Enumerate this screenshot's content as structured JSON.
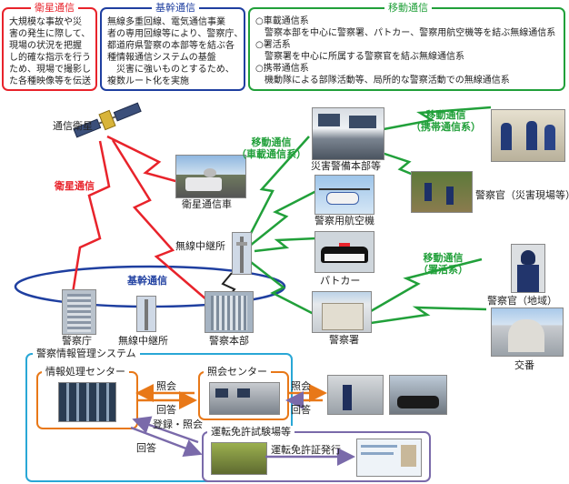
{
  "colors": {
    "red": "#e8232b",
    "blue": "#1f3fa0",
    "green": "#21a03a",
    "orange": "#e87818",
    "purple": "#7a6aaa",
    "cyan": "#29a7d6"
  },
  "boxes": {
    "satellite": {
      "title": "衛星通信",
      "lines": [
        "大規模な事故や災",
        "害の発生に際して、",
        "現場の状況を把握",
        "し的確な指示を行う",
        "ため、現場で撮影し",
        "た各種映像等を伝送"
      ]
    },
    "backbone": {
      "title": "基幹通信",
      "lines": [
        "無線多重回線、電気通信事業",
        "者の専用回線等により、警察庁、",
        "都道府県警察の本部等を結ぶ各",
        "種情報通信システムの基盤",
        "　災害に強いものとするため、",
        "複数ルート化を実施"
      ]
    },
    "mobile": {
      "title": "移動通信",
      "lines": [
        "○車載通信系",
        "　警察本部を中心に警察署、パトカー、警察用航空機等を結ぶ無線通信系",
        "○署活系",
        "　警察署を中心に所属する警察官を結ぶ無線通信系",
        "○携帯通信系",
        "　機動隊による部隊活動等、局所的な警察活動での無線通信系"
      ]
    }
  },
  "labels": {
    "comm_satellite": "通信衛星",
    "sat_comm": "衛星通信",
    "sat_vehicle": "衛星通信車",
    "relay_top": "無線中継所",
    "relay_bottom": "無線中継所",
    "npa": "警察庁",
    "hq": "警察本部",
    "backbone_comm": "基幹通信",
    "disaster_hq": "災害警備本部等",
    "aircraft": "警察用航空機",
    "patrol_car": "パトカー",
    "station": "警察署",
    "mobile_vehicle": [
      "移動通信",
      "（車載通信系）"
    ],
    "mobile_portable": [
      "移動通信",
      "（携帯通信系）"
    ],
    "mobile_station": [
      "移動通信",
      "（署活系）"
    ],
    "officer_disaster": "警察官（災害現場等）",
    "officer_region": "警察官（地域）",
    "koban": "交番"
  },
  "system": {
    "title": "警察情報管理システム",
    "info_center": "情報処理センター",
    "inquiry_center": "照会センター",
    "license_center": "運転免許試験場等",
    "inquiry_1": "照会",
    "reply_1": "回答",
    "inquiry_2": "照会",
    "reply_2": "回答",
    "register_inquiry": "登録・照会",
    "reply_3": "回答",
    "license_issue": "運転免許証発行"
  }
}
